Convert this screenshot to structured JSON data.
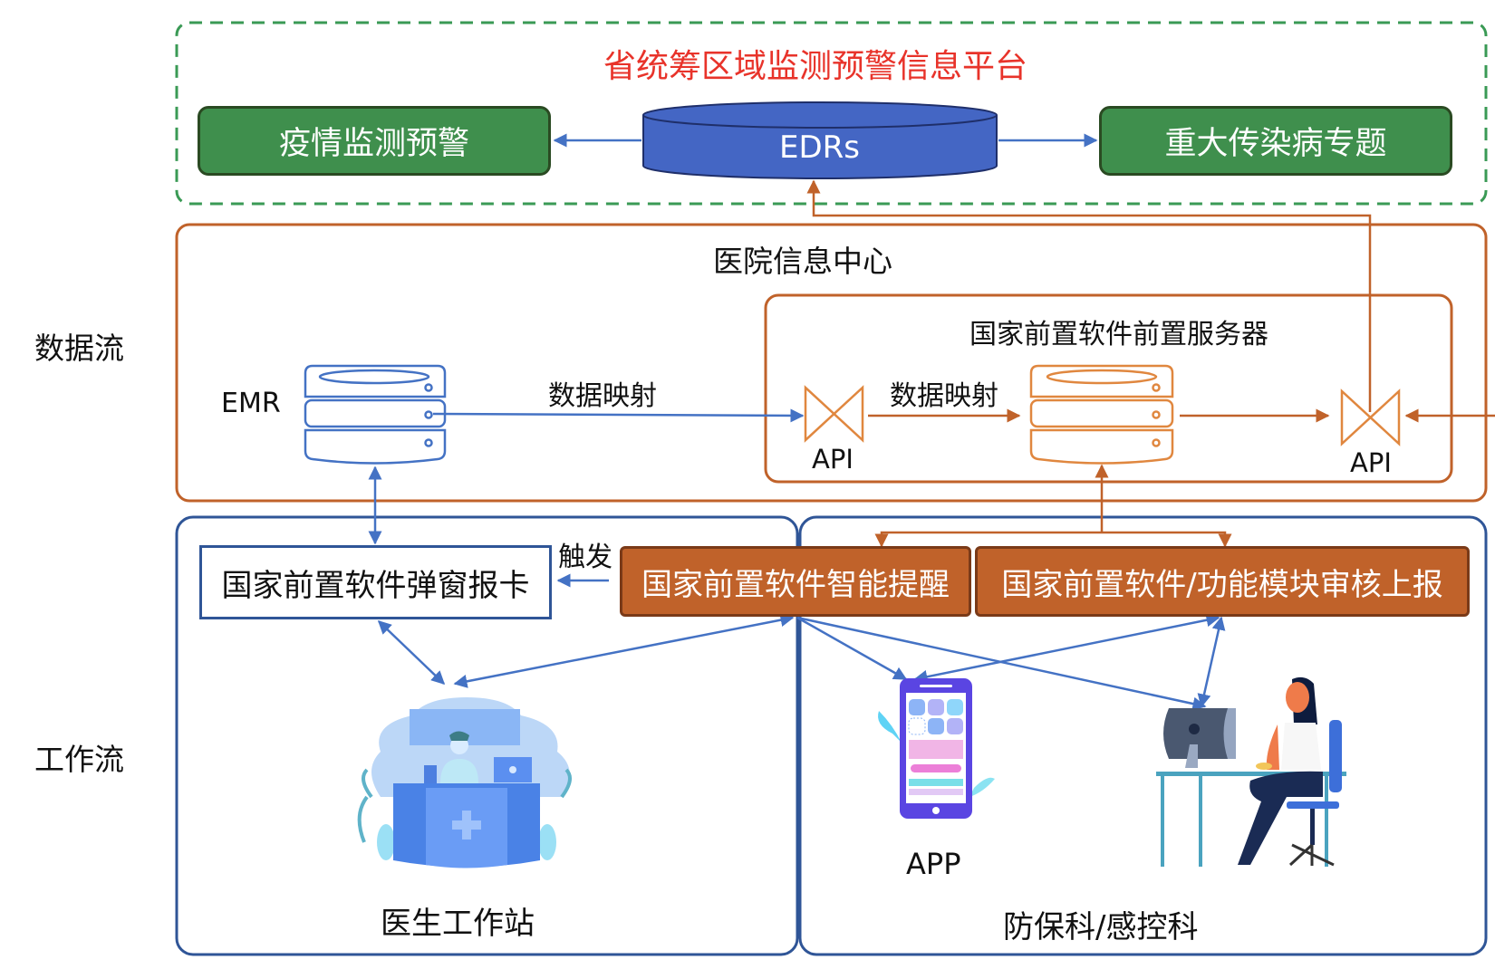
{
  "side_labels": {
    "data_flow": "数据流",
    "work_flow": "工作流"
  },
  "platform": {
    "title": "省统筹区域监测预警信息平台",
    "left_module": "疫情监测预警",
    "center_db": "EDRs",
    "right_module": "重大传染病专题"
  },
  "hospital": {
    "title": "医院信息中心",
    "emr_label": "EMR",
    "mapping_label_1": "数据映射",
    "front_server": {
      "title": "国家前置软件前置服务器",
      "api_left": "API",
      "mapping_label_2": "数据映射",
      "api_right": "API"
    }
  },
  "workflow": {
    "popup_card": "国家前置软件弹窗报卡",
    "trigger_label": "触发",
    "smart_reminder": "国家前置软件智能提醒",
    "audit_report": "国家前置软件/功能模块审核上报",
    "doctor_station": "医生工作站",
    "app_label": "APP",
    "prevention_dept": "防保科/感控科"
  },
  "colors": {
    "platform_title": "#e8332a",
    "green_module": "#3a8c4a",
    "edrs_blue": "#4466c4",
    "orange": "#c0622a",
    "blue_line": "#4472c4",
    "workflow_border": "#2f5597",
    "dashed_green": "#3a9a55"
  }
}
